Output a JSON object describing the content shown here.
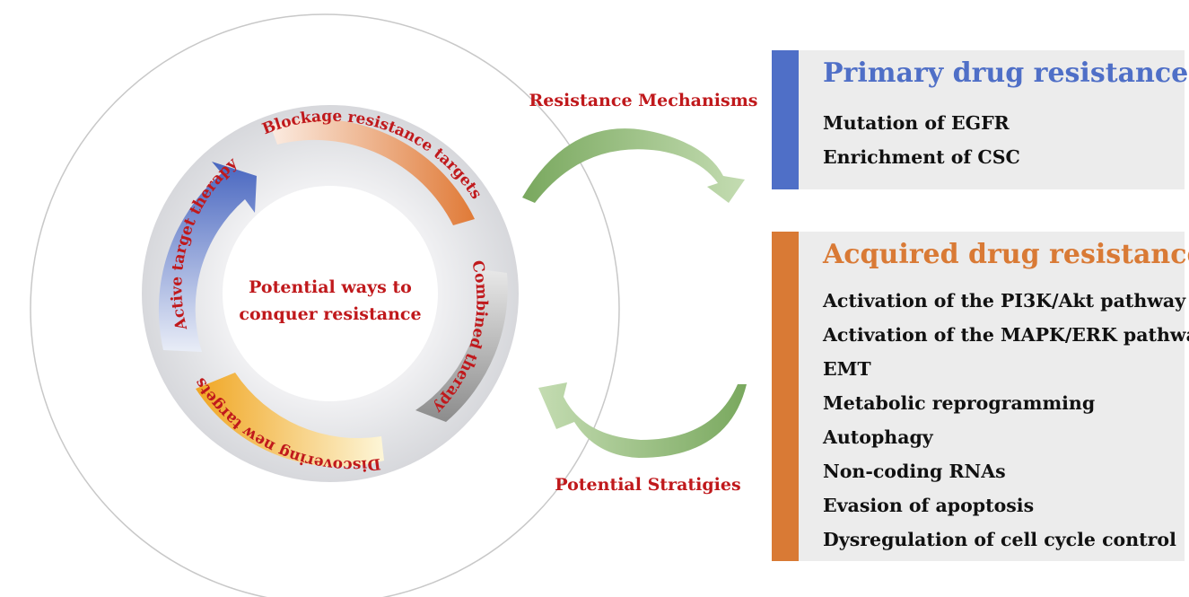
{
  "center_label": [
    "Potential ways to",
    "conquer resistance"
  ],
  "ring_labels": {
    "blockage": "Blockage resistance targets",
    "combined": "Combined therapy",
    "discovering": "Discovering new targets",
    "active": "Active target therapy"
  },
  "arrow_labels": {
    "mechanisms": "Resistance Mechanisms",
    "strategies": "Potential Stratigies"
  },
  "primary": {
    "title": "Primary drug resistance",
    "items": [
      "Mutation of EGFR",
      "Enrichment of CSC"
    ]
  },
  "acquired": {
    "title": "Acquired drug resistance",
    "items": [
      "Activation of the PI3K/Akt pathway",
      "Activation of the MAPK/ERK pathway",
      "EMT",
      "Metabolic reprogramming",
      "Autophagy",
      "Non-coding RNAs",
      "Evasion of apoptosis",
      "Dysregulation of cell cycle control"
    ]
  },
  "colors": {
    "label_red": "#c0191c",
    "primary_blue": "#4f6fc7",
    "acquired_orange": "#d97a35",
    "arrow_green": "#86b46a"
  }
}
